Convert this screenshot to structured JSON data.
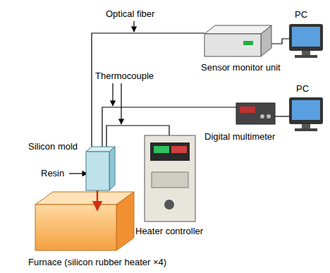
{
  "diagram": {
    "labels": [
      "Optical fiber",
      "PC",
      "Sensor monitor unit",
      "Thermocouple",
      "PC",
      "Digital multimeter",
      "Silicon mold",
      "Resin",
      "Heater controller",
      "Furnace (silicon rubber heater ×4)"
    ]
  }
}
